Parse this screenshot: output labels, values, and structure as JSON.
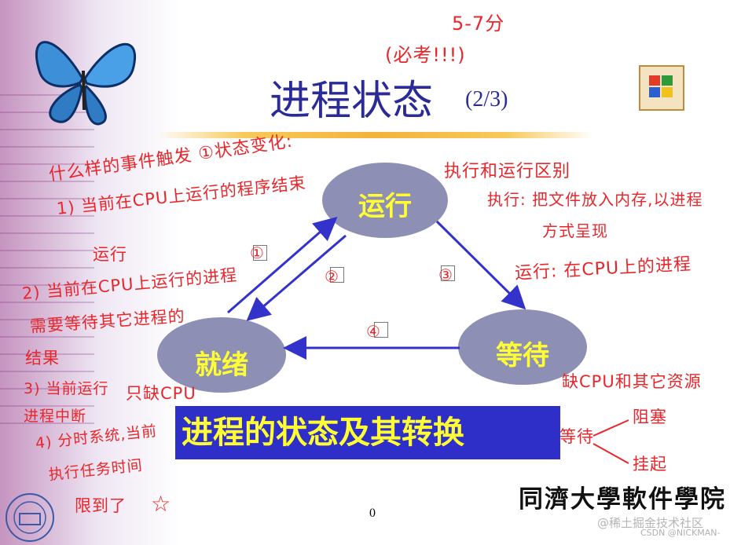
{
  "title": "进程状态",
  "title_page": "(2/3)",
  "states": {
    "running": "运行",
    "ready": "就绪",
    "waiting": "等待"
  },
  "transitions": [
    "①",
    "②",
    "③",
    "④"
  ],
  "banner": "进程的状态及其转换",
  "slide_number": "0",
  "school": "同濟大學軟件學院",
  "watermark": {
    "juejin": "@稀土掘金技术社区",
    "csdn": "CSDN @NICKMAN-"
  },
  "annotations": {
    "score": "5-7分",
    "must": "(必考!!!)",
    "trigger": "什么样的事件触发 ①状态变化:",
    "t1a": "1) 当前在CPU上运行的程序结束",
    "t1b": "运行",
    "t2a": "2) 当前在CPU上运行的进程",
    "t2b": "需要等待其它进程的",
    "t2c": "结果",
    "t3a": "3) 当前运行",
    "t3b": "进程中断",
    "t4a": "4) 分时系统,当前",
    "t4b": "执行任务时间",
    "t4c": "限到了",
    "star": "☆",
    "only_cpu": "只缺CPU",
    "diff": "执行和运行区别",
    "exec": "执行: 把文件放入内存,以进程",
    "exec2": "方式呈现",
    "run": "运行: 在CPU上的进程",
    "lack": "缺CPU和其它资源",
    "wait": "等待",
    "block": "阻塞",
    "suspend": "挂起"
  },
  "colors": {
    "title": "#2a2a98",
    "ellipse": "#8d8fb5",
    "state_text": "#ffff33",
    "arrow": "#3333cc",
    "banner": "#2e2ec8",
    "annotation": "#e8262b"
  }
}
